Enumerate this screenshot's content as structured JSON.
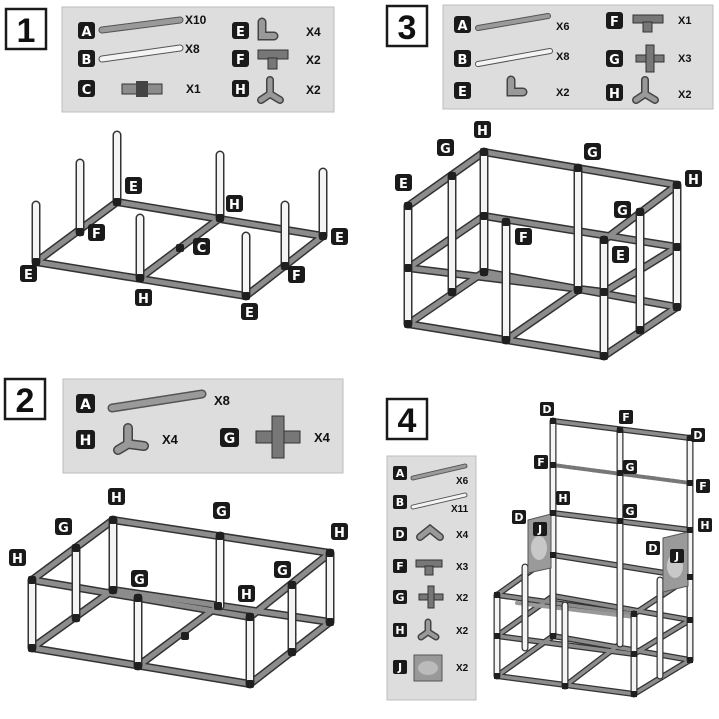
{
  "steps": [
    {
      "number": "1",
      "parts": [
        {
          "letter": "A",
          "qty": "X10"
        },
        {
          "letter": "B",
          "qty": "X8"
        },
        {
          "letter": "C",
          "qty": "X1"
        },
        {
          "letter": "E",
          "qty": "X4"
        },
        {
          "letter": "F",
          "qty": "X2"
        },
        {
          "letter": "H",
          "qty": "X2"
        }
      ],
      "callouts": [
        "E",
        "F",
        "E",
        "H",
        "C",
        "H",
        "E",
        "E",
        "F"
      ]
    },
    {
      "number": "2",
      "parts": [
        {
          "letter": "A",
          "qty": "X8"
        },
        {
          "letter": "H",
          "qty": "X4"
        },
        {
          "letter": "G",
          "qty": "X4"
        }
      ],
      "callouts": [
        "H",
        "G",
        "H",
        "G",
        "H",
        "G",
        "G",
        "H"
      ]
    },
    {
      "number": "3",
      "parts": [
        {
          "letter": "A",
          "qty": "X6"
        },
        {
          "letter": "B",
          "qty": "X8"
        },
        {
          "letter": "E",
          "qty": "X2"
        },
        {
          "letter": "F",
          "qty": "X1"
        },
        {
          "letter": "G",
          "qty": "X3"
        },
        {
          "letter": "H",
          "qty": "X2"
        }
      ],
      "callouts": [
        "H",
        "G",
        "G",
        "E",
        "H",
        "G",
        "F",
        "E"
      ]
    },
    {
      "number": "4",
      "parts": [
        {
          "letter": "A",
          "qty": "X6"
        },
        {
          "letter": "B",
          "qty": "X11"
        },
        {
          "letter": "D",
          "qty": "X4"
        },
        {
          "letter": "F",
          "qty": "X3"
        },
        {
          "letter": "G",
          "qty": "X2"
        },
        {
          "letter": "H",
          "qty": "X2"
        },
        {
          "letter": "J",
          "qty": "X2"
        }
      ],
      "callouts": [
        "D",
        "F",
        "D",
        "F",
        "G",
        "F",
        "H",
        "G",
        "D",
        "J",
        "H",
        "D",
        "J"
      ]
    }
  ],
  "colors": {
    "panel": "#dddddd",
    "border": "#1a1a1a",
    "pipe_dark": "#8c8c8c",
    "pipe_light": "#f4f4f4",
    "connector": "#1f1f1f",
    "badge": "#1a1a1a"
  }
}
